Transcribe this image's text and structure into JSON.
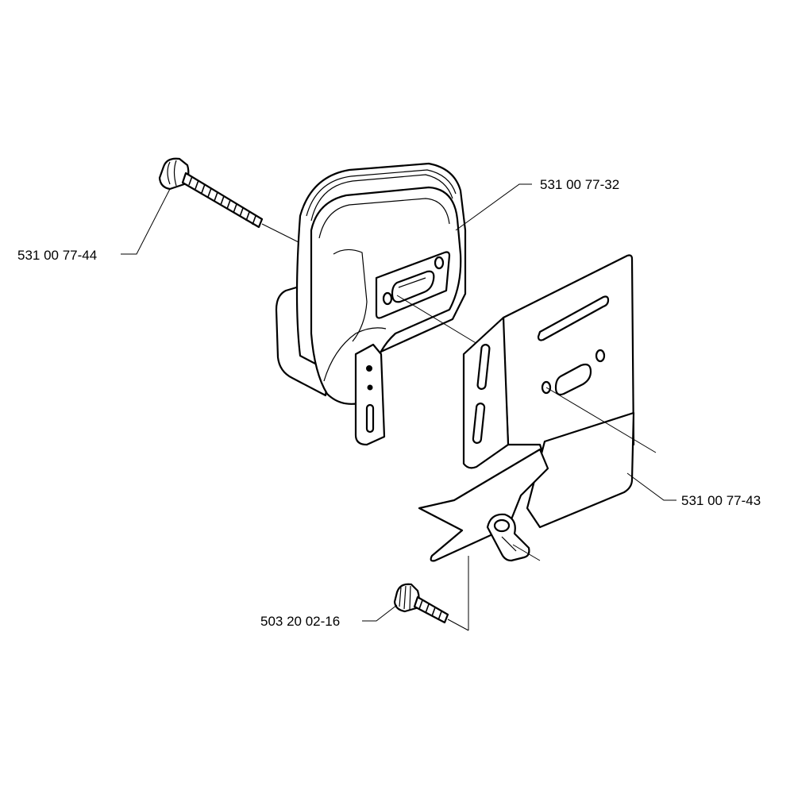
{
  "parts": [
    {
      "id": "muffler",
      "number": "531 00 77-32"
    },
    {
      "id": "long-bolt",
      "number": "531 00 77-44"
    },
    {
      "id": "heat-shield",
      "number": "531 00 77-43"
    },
    {
      "id": "short-screw",
      "number": "503 20 02-16"
    }
  ]
}
